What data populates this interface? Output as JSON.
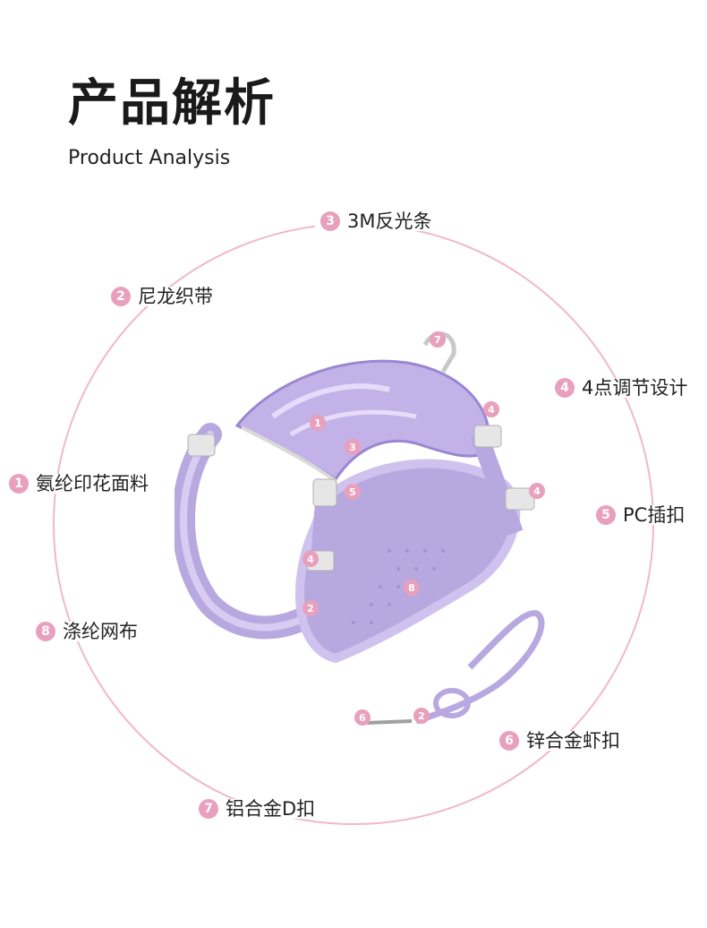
{
  "header": {
    "title": "产品解析",
    "subtitle": "Product Analysis"
  },
  "colors": {
    "accent": "#e8a0bc",
    "ring": "#f0b8cc",
    "harness": "#b8a8e0",
    "harness_dark": "#9a86d2"
  },
  "callouts": [
    {
      "num": "3",
      "text": "3M反光条"
    },
    {
      "num": "2",
      "text": "尼龙织带"
    },
    {
      "num": "4",
      "text": "4点调节设计"
    },
    {
      "num": "1",
      "text": "氨纶印花面料"
    },
    {
      "num": "5",
      "text": "PC插扣"
    },
    {
      "num": "8",
      "text": "涤纶网布"
    },
    {
      "num": "6",
      "text": "锌合金虾扣"
    },
    {
      "num": "7",
      "text": "铝合金D扣"
    }
  ],
  "markers": [
    "7",
    "1",
    "3",
    "5",
    "4",
    "4",
    "4",
    "8",
    "2",
    "6",
    "2"
  ]
}
